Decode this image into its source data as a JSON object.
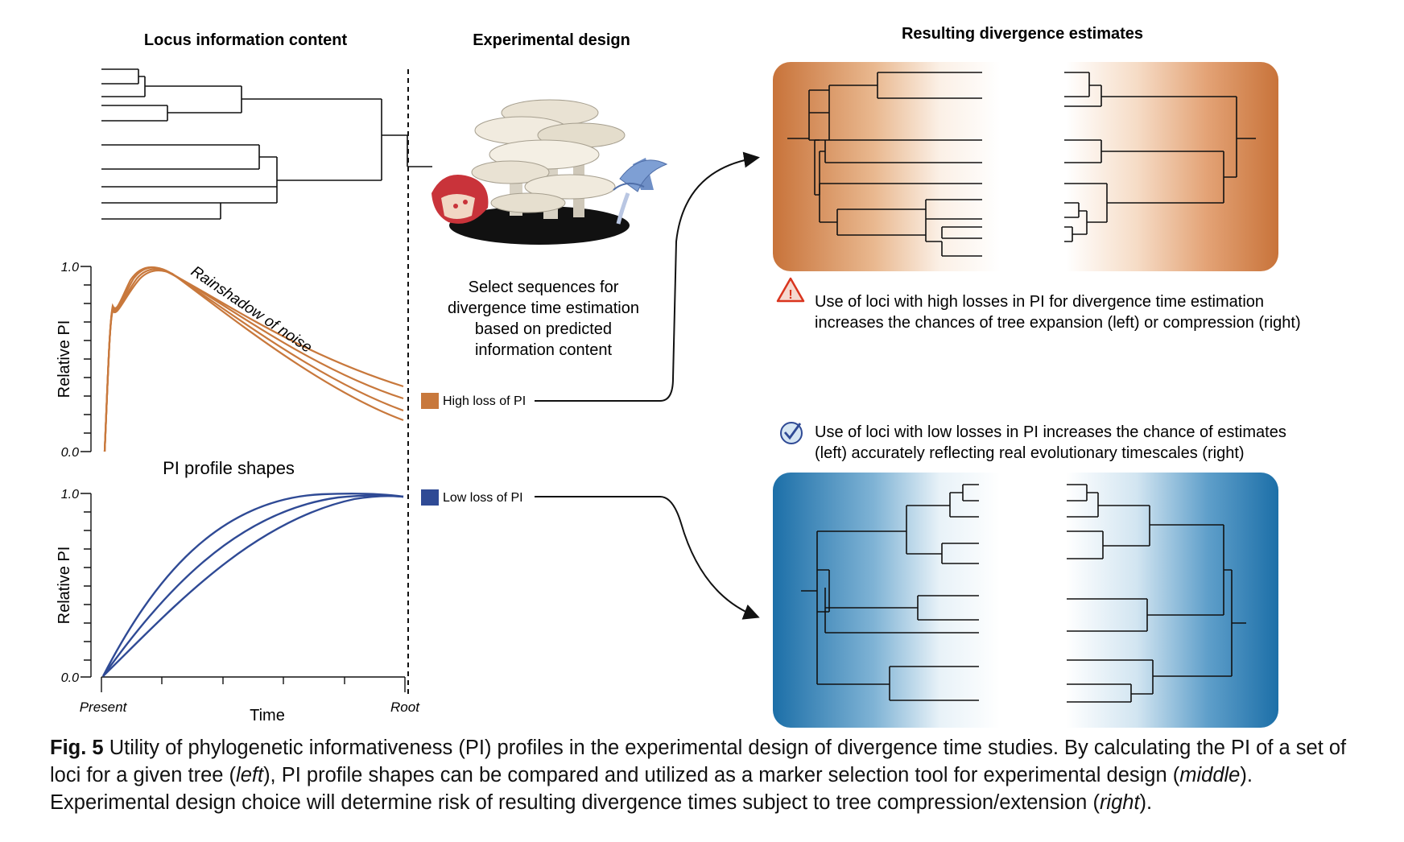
{
  "headings": {
    "left": "Locus information content",
    "middle": "Experimental design",
    "right": "Resulting divergence estimates"
  },
  "middle_text": [
    "Select sequences for",
    "divergence time estimation",
    "based on predicted",
    "information content"
  ],
  "legend": {
    "high": "High loss of PI",
    "low": "Low loss of PI"
  },
  "plot_top": {
    "y_label": "Relative PI",
    "y_max": "1.0",
    "y_min": "0.0",
    "annotation": "Rainshadow of noise"
  },
  "plot_bottom_title": "PI profile shapes",
  "plot_bottom": {
    "y_label": "Relative PI",
    "y_max": "1.0",
    "y_min": "0.0"
  },
  "x_axis": {
    "left_tick": "Present",
    "right_tick": "Root",
    "label": "Time"
  },
  "warning_text": [
    "Use of loci with high losses in PI for divergence time estimation",
    "increases the chances of tree expansion (left) or compression (right)"
  ],
  "check_text": [
    "Use of loci with low losses in PI increases the chance of estimates",
    "(left) accurately reflecting real evolutionary timescales (right)"
  ],
  "caption": {
    "label": "Fig. 5",
    "part1": "Utility of phylogenetic informativeness (PI) profiles in the experimental design of divergence time studies. By calculating the PI of a set of loci for a given tree (",
    "left": "left",
    "part2": "), PI profile shapes can be compared and utilized as a marker selection tool for experimental design (",
    "middle": "middle",
    "part3": "). Experimental design choice will determine risk of resulting divergence times subject to tree compression/extension (",
    "right": "right",
    "part4": ")."
  },
  "colors": {
    "orange": "#c8783c",
    "blue": "#2f4a95",
    "panel_orange": "#c8733a",
    "panel_blue": "#1c6fa8",
    "warning": "#d9341e"
  }
}
